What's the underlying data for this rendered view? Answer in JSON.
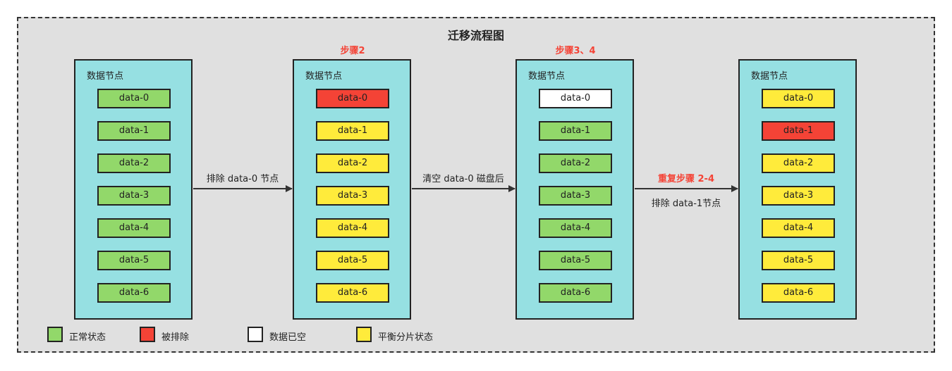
{
  "title": "迁移流程图",
  "colors": {
    "normal": "#92d86a",
    "excluded": "#f44336",
    "cleared": "#ffffff",
    "balancing": "#ffeb3b",
    "node_bg": "#96e0e2",
    "frame_bg": "#e0e0e0",
    "step_text": "#f44336"
  },
  "nodes": [
    {
      "label": "数据节点",
      "step": "",
      "shards": [
        {
          "name": "data-0",
          "state": "normal"
        },
        {
          "name": "data-1",
          "state": "normal"
        },
        {
          "name": "data-2",
          "state": "normal"
        },
        {
          "name": "data-3",
          "state": "normal"
        },
        {
          "name": "data-4",
          "state": "normal"
        },
        {
          "name": "data-5",
          "state": "normal"
        },
        {
          "name": "data-6",
          "state": "normal"
        }
      ]
    },
    {
      "label": "数据节点",
      "step": "步骤2",
      "shards": [
        {
          "name": "data-0",
          "state": "excluded"
        },
        {
          "name": "data-1",
          "state": "balancing"
        },
        {
          "name": "data-2",
          "state": "balancing"
        },
        {
          "name": "data-3",
          "state": "balancing"
        },
        {
          "name": "data-4",
          "state": "balancing"
        },
        {
          "name": "data-5",
          "state": "balancing"
        },
        {
          "name": "data-6",
          "state": "balancing"
        }
      ]
    },
    {
      "label": "数据节点",
      "step": "步骤3、4",
      "shards": [
        {
          "name": "data-0",
          "state": "cleared"
        },
        {
          "name": "data-1",
          "state": "normal"
        },
        {
          "name": "data-2",
          "state": "normal"
        },
        {
          "name": "data-3",
          "state": "normal"
        },
        {
          "name": "data-4",
          "state": "normal"
        },
        {
          "name": "data-5",
          "state": "normal"
        },
        {
          "name": "data-6",
          "state": "normal"
        }
      ]
    },
    {
      "label": "数据节点",
      "step": "",
      "shards": [
        {
          "name": "data-0",
          "state": "balancing"
        },
        {
          "name": "data-1",
          "state": "excluded"
        },
        {
          "name": "data-2",
          "state": "balancing"
        },
        {
          "name": "data-3",
          "state": "balancing"
        },
        {
          "name": "data-4",
          "state": "balancing"
        },
        {
          "name": "data-5",
          "state": "balancing"
        },
        {
          "name": "data-6",
          "state": "balancing"
        }
      ]
    }
  ],
  "edges": [
    {
      "above": "排除 data-0 节点",
      "above_style": "normal",
      "below": ""
    },
    {
      "above": "清空 data-0 磁盘后",
      "above_style": "normal",
      "below": ""
    },
    {
      "above": "重复步骤 2-4",
      "above_style": "red",
      "below": "排除 data-1节点"
    }
  ],
  "legend": [
    {
      "state": "normal",
      "label": "正常状态"
    },
    {
      "state": "excluded",
      "label": "被排除"
    },
    {
      "state": "cleared",
      "label": "数据已空"
    },
    {
      "state": "balancing",
      "label": "平衡分片状态"
    }
  ]
}
